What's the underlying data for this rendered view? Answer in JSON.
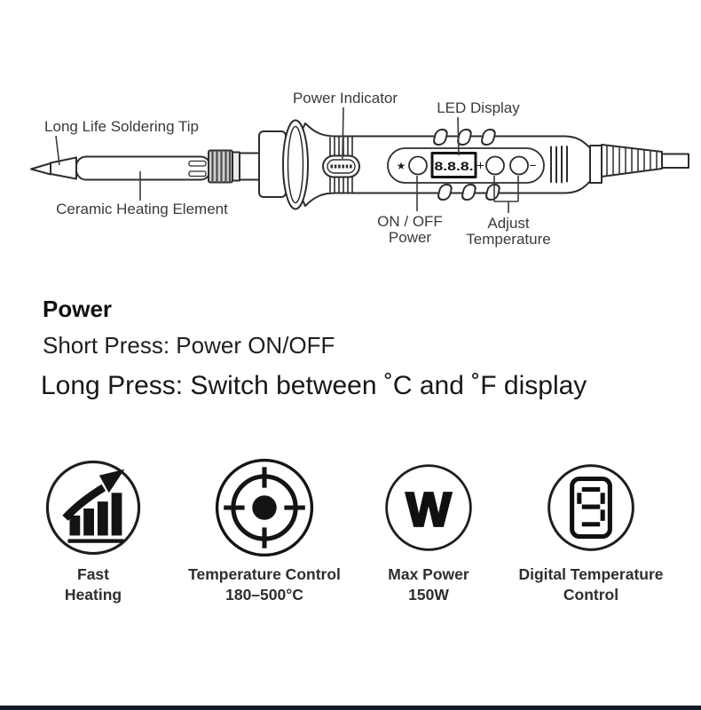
{
  "diagram": {
    "labels": {
      "soldering_tip": "Long Life Soldering Tip",
      "heating_element": "Ceramic Heating Element",
      "power_indicator": "Power Indicator",
      "led_display": "LED Display",
      "on_off_power_line1": "ON / OFF",
      "on_off_power_line2": "Power",
      "adjust_temp_line1": "Adjust",
      "adjust_temp_line2": "Temperature"
    },
    "led_value": "8.8.8.",
    "power_button_symbol": "★",
    "temp_up_symbol": "+",
    "temp_down_symbol": "−"
  },
  "instructions": {
    "heading": "Power",
    "short_press": "Short Press: Power ON/OFF",
    "long_press": "Long Press: Switch between ˚C and ˚F display"
  },
  "features": [
    {
      "icon": "fast-heating-icon",
      "line1": "Fast",
      "line2": "Heating"
    },
    {
      "icon": "temperature-control-icon",
      "line1": "Temperature Control",
      "line2": "180–500°C"
    },
    {
      "icon": "max-power-icon",
      "glyph": "W",
      "line1": "Max Power",
      "line2": "150W"
    },
    {
      "icon": "digital-temperature-control-icon",
      "glyph": "9",
      "line1": "Digital Temperature",
      "line2": "Control"
    }
  ],
  "colors": {
    "line_art": "#2d2d2d",
    "bottom_bar": "#131c26",
    "background": "#ffffff"
  }
}
